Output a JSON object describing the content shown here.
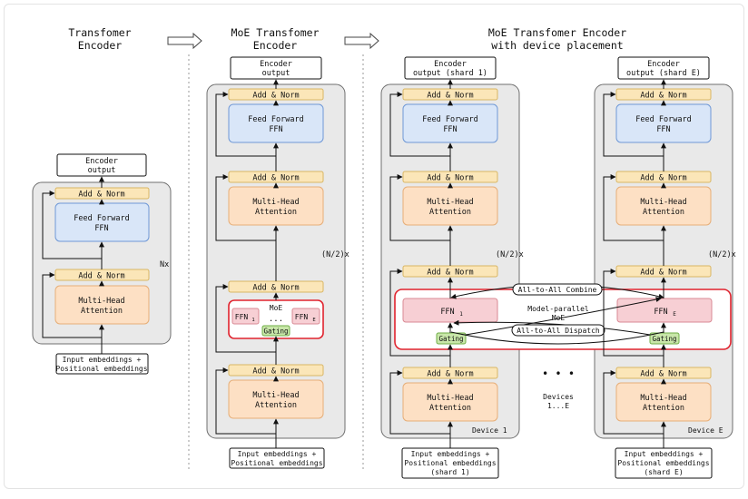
{
  "colors": {
    "panel": "#e9e9e9",
    "panel_border": "#6f6f6f",
    "addnorm": "#fbe6b8",
    "addnorm_border": "#d9b664",
    "ffn": "#d9e6f8",
    "ffn_border": "#6f98d6",
    "attn": "#fde0c4",
    "attn_border": "#e6ae78",
    "expert": "#f7cfd4",
    "expert_border": "#d98a94",
    "gating": "#c8e6a9",
    "gating_border": "#6fae46",
    "moe_border": "#e0232e"
  },
  "titles": {
    "t1": [
      "Transfomer",
      "Encoder"
    ],
    "t2": [
      "MoE Transfomer",
      "Encoder"
    ],
    "t3": [
      "MoE Transfomer Encoder",
      "with device placement"
    ]
  },
  "labels": {
    "encoder_output": [
      "Encoder",
      "output"
    ],
    "encoder_output_shard1": [
      "Encoder",
      "output (shard 1)"
    ],
    "encoder_output_shardE": [
      "Encoder",
      "output (shard E)"
    ],
    "add_norm": "Add & Norm",
    "feed_forward": [
      "Feed Forward",
      "FFN"
    ],
    "multi_head": [
      "Multi-Head",
      "Attention"
    ],
    "input_emb": [
      "Input embeddings +",
      "Positional embeddings"
    ],
    "input_emb_shard1": [
      "Input embeddings +",
      "Positional embeddings",
      "(shard 1)"
    ],
    "input_emb_shardE": [
      "Input embeddings +",
      "Positional embeddings",
      "(shard E)"
    ],
    "nx": "Nx",
    "n2x": "(N/2)x",
    "moe": "MoE",
    "ffn1": "FFN",
    "ffnE": "FFN",
    "sub1": "1",
    "subE": "E",
    "ellipsis": "...",
    "gating": "Gating",
    "model_parallel": [
      "Model-parallel",
      "MoE"
    ],
    "all_to_all_combine": "All-to-All Combine",
    "all_to_all_dispatch": "All-to-All Dispatch",
    "device1": "Device 1",
    "deviceE": "Device E",
    "devices": [
      "Devices",
      "1...E"
    ],
    "dots": "• • •"
  }
}
